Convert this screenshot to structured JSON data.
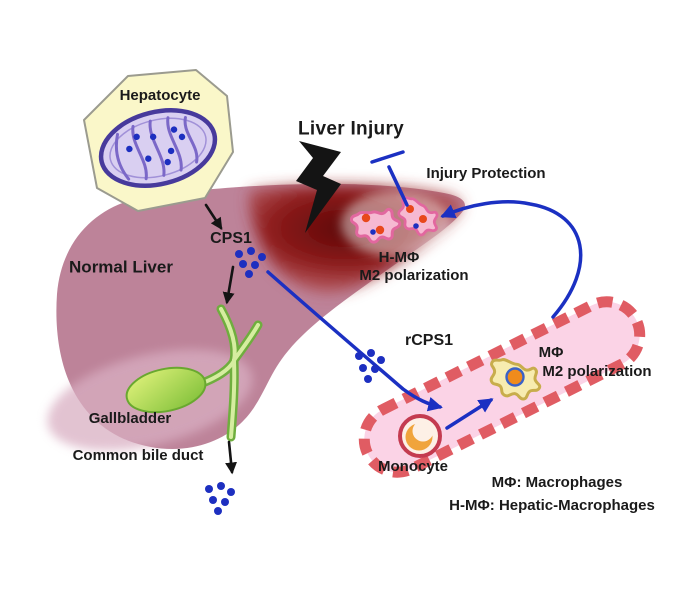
{
  "figure": {
    "title": "Liver Injury",
    "labels": {
      "hepatocyte": "Hepatocyte",
      "injury_protection": "Injury Protection",
      "cps1": "CPS1",
      "normal_liver": "Normal Liver",
      "h_macrophage": "H-MΦ",
      "h_macrophage_sub": "M2 polarization",
      "rcps1": "rCPS1",
      "macrophage": "MΦ",
      "macrophage_sub": "M2 polarization",
      "monocyte": "Monocyte",
      "gallbladder": "Gallbladder",
      "common_bile_duct": "Common bile duct"
    },
    "legend": {
      "macrophages": "MΦ: Macrophages",
      "hepatic_macrophages": "H-MΦ: Hepatic-Macrophages"
    },
    "colors": {
      "text_black": "#1a1a1a",
      "arrow_blue": "#1b30c2",
      "dot_blue": "#1d2fc0",
      "bolt": "#141414",
      "liver_pink": "#bd8399",
      "liver_light_pink": "#d9afc2",
      "injury_dark": "#5c0606",
      "injury_mid": "#8f1d1d",
      "injury_edge": "#b75151",
      "hepatocyte_fill": "#faf7c9",
      "hepatocyte_stroke": "#9b9b8f",
      "mito_fill": "#d9cff1",
      "mito_stroke": "#473a9c",
      "mito_cristae": "#7b68c8",
      "vessel_fill": "#fbd3e6",
      "vessel_wall": "#e05c63",
      "cell_pink": "#f6b9d2",
      "cell_pink_stroke": "#e2679f",
      "cell_yellow": "#f7ecb0",
      "cell_yellow_stroke": "#c8ad4c",
      "nucleus_orange": "#ef8b1c",
      "nucleus_ring": "#3a62c8",
      "spot_orange": "#e8481c",
      "monocyte_ring": "#c43b50",
      "monocyte_fill": "#fdf0e6",
      "monocyte_crescent": "#f0a43c",
      "gb_light": "#e4f47e",
      "gb_dark": "#7abd35",
      "duct_outer": "#6fae3e",
      "duct_inner": "#d6eda0"
    }
  }
}
